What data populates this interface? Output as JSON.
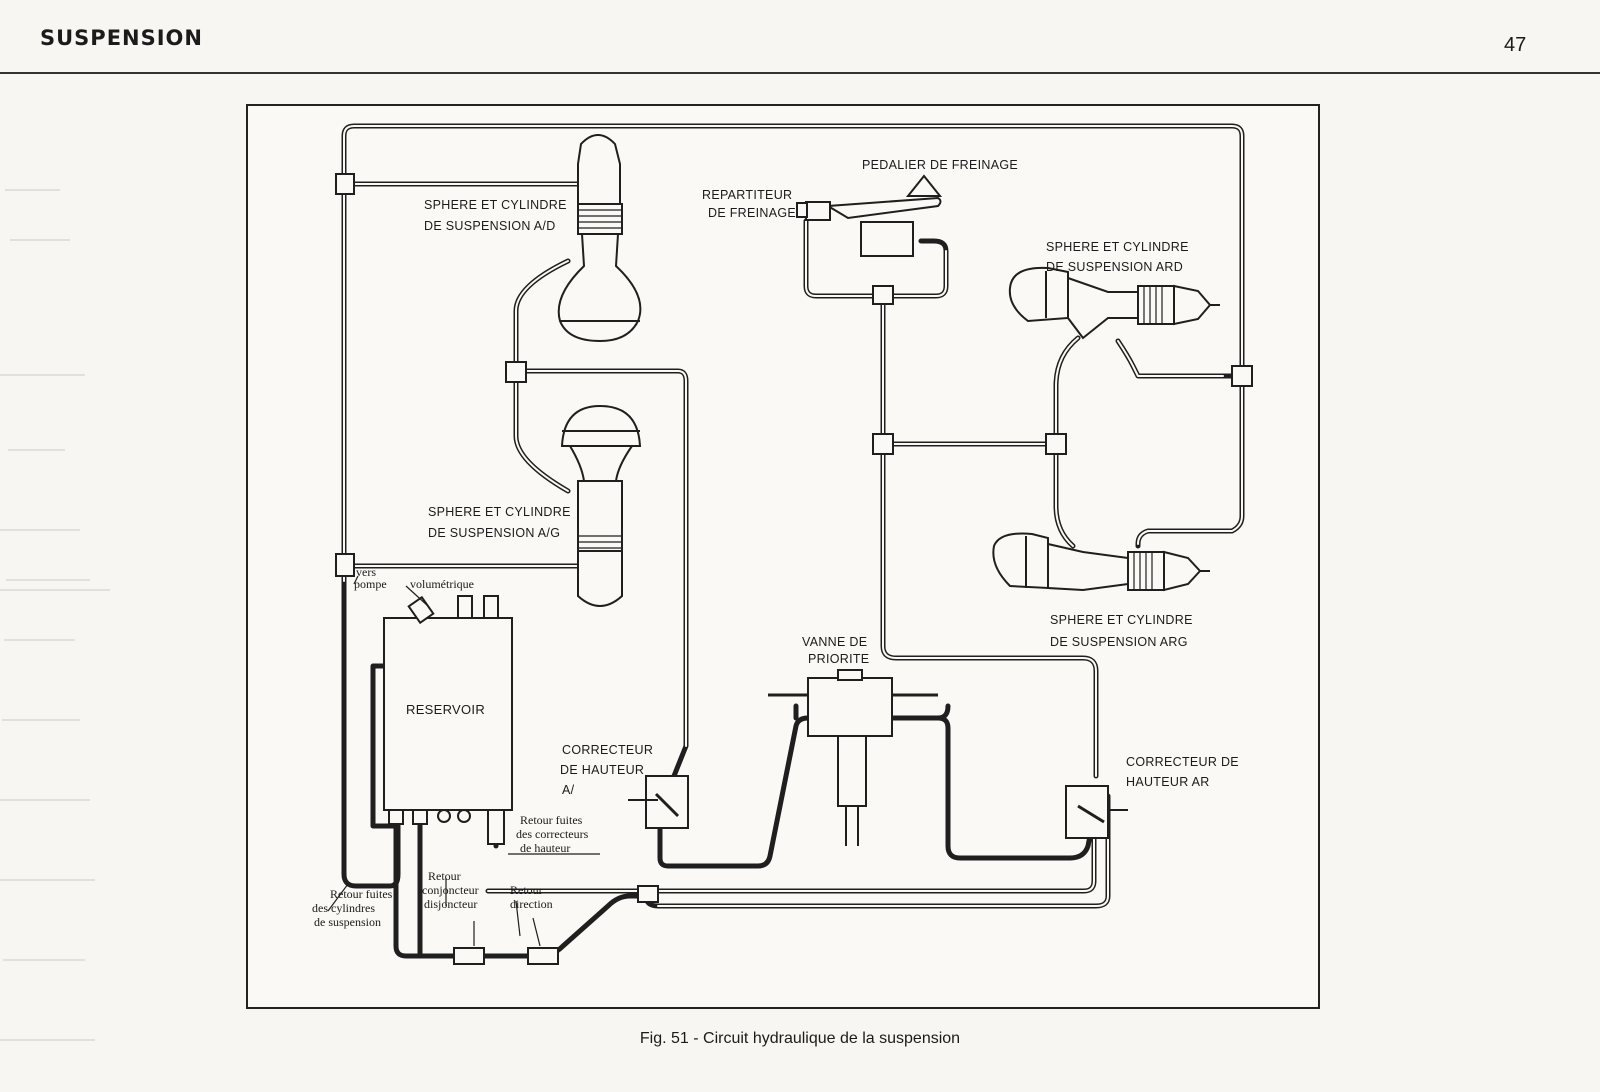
{
  "header": {
    "title": "SUSPENSION",
    "page_number": "47"
  },
  "figure": {
    "caption": "Fig. 51 - Circuit hydraulique de la suspension",
    "labels": {
      "pedalier": "PEDALIER DE FREINAGE",
      "repartiteur_1": "REPARTITEUR",
      "repartiteur_2": "DE FREINAGE",
      "sphere_ad_1": "SPHERE ET CYLINDRE",
      "sphere_ad_2": "DE SUSPENSION A/D",
      "sphere_ag_1": "SPHERE ET CYLINDRE",
      "sphere_ag_2": "DE SUSPENSION A/G",
      "sphere_ard_1": "SPHERE ET CYLINDRE",
      "sphere_ard_2": "DE SUSPENSION ARD",
      "sphere_arg_1": "SPHERE ET CYLINDRE",
      "sphere_arg_2": "DE SUSPENSION ARG",
      "vanne_1": "VANNE DE",
      "vanne_2": "PRIORITE",
      "reservoir": "RESERVOIR",
      "vers_1": "vers",
      "vers_2": "pompe",
      "volumetrique": "volumétrique",
      "correcteur_av_1": "CORRECTEUR",
      "correcteur_av_2": "DE HAUTEUR",
      "correcteur_av_3": "A/",
      "correcteur_ar_1": "CORRECTEUR DE",
      "correcteur_ar_2": "HAUTEUR AR",
      "retour_fuites_corr_1": "Retour fuites",
      "retour_fuites_corr_2": "des correcteurs",
      "retour_fuites_corr_3": "de hauteur",
      "retour_conj_1": "Retour",
      "retour_conj_2": "conjoncteur",
      "retour_conj_3": "disjoncteur",
      "retour_dir_1": "Retour",
      "retour_dir_2": "direction",
      "retour_cyl_1": "Retour fuites",
      "retour_cyl_2": "des cylindres",
      "retour_cyl_3": "de suspension"
    }
  }
}
